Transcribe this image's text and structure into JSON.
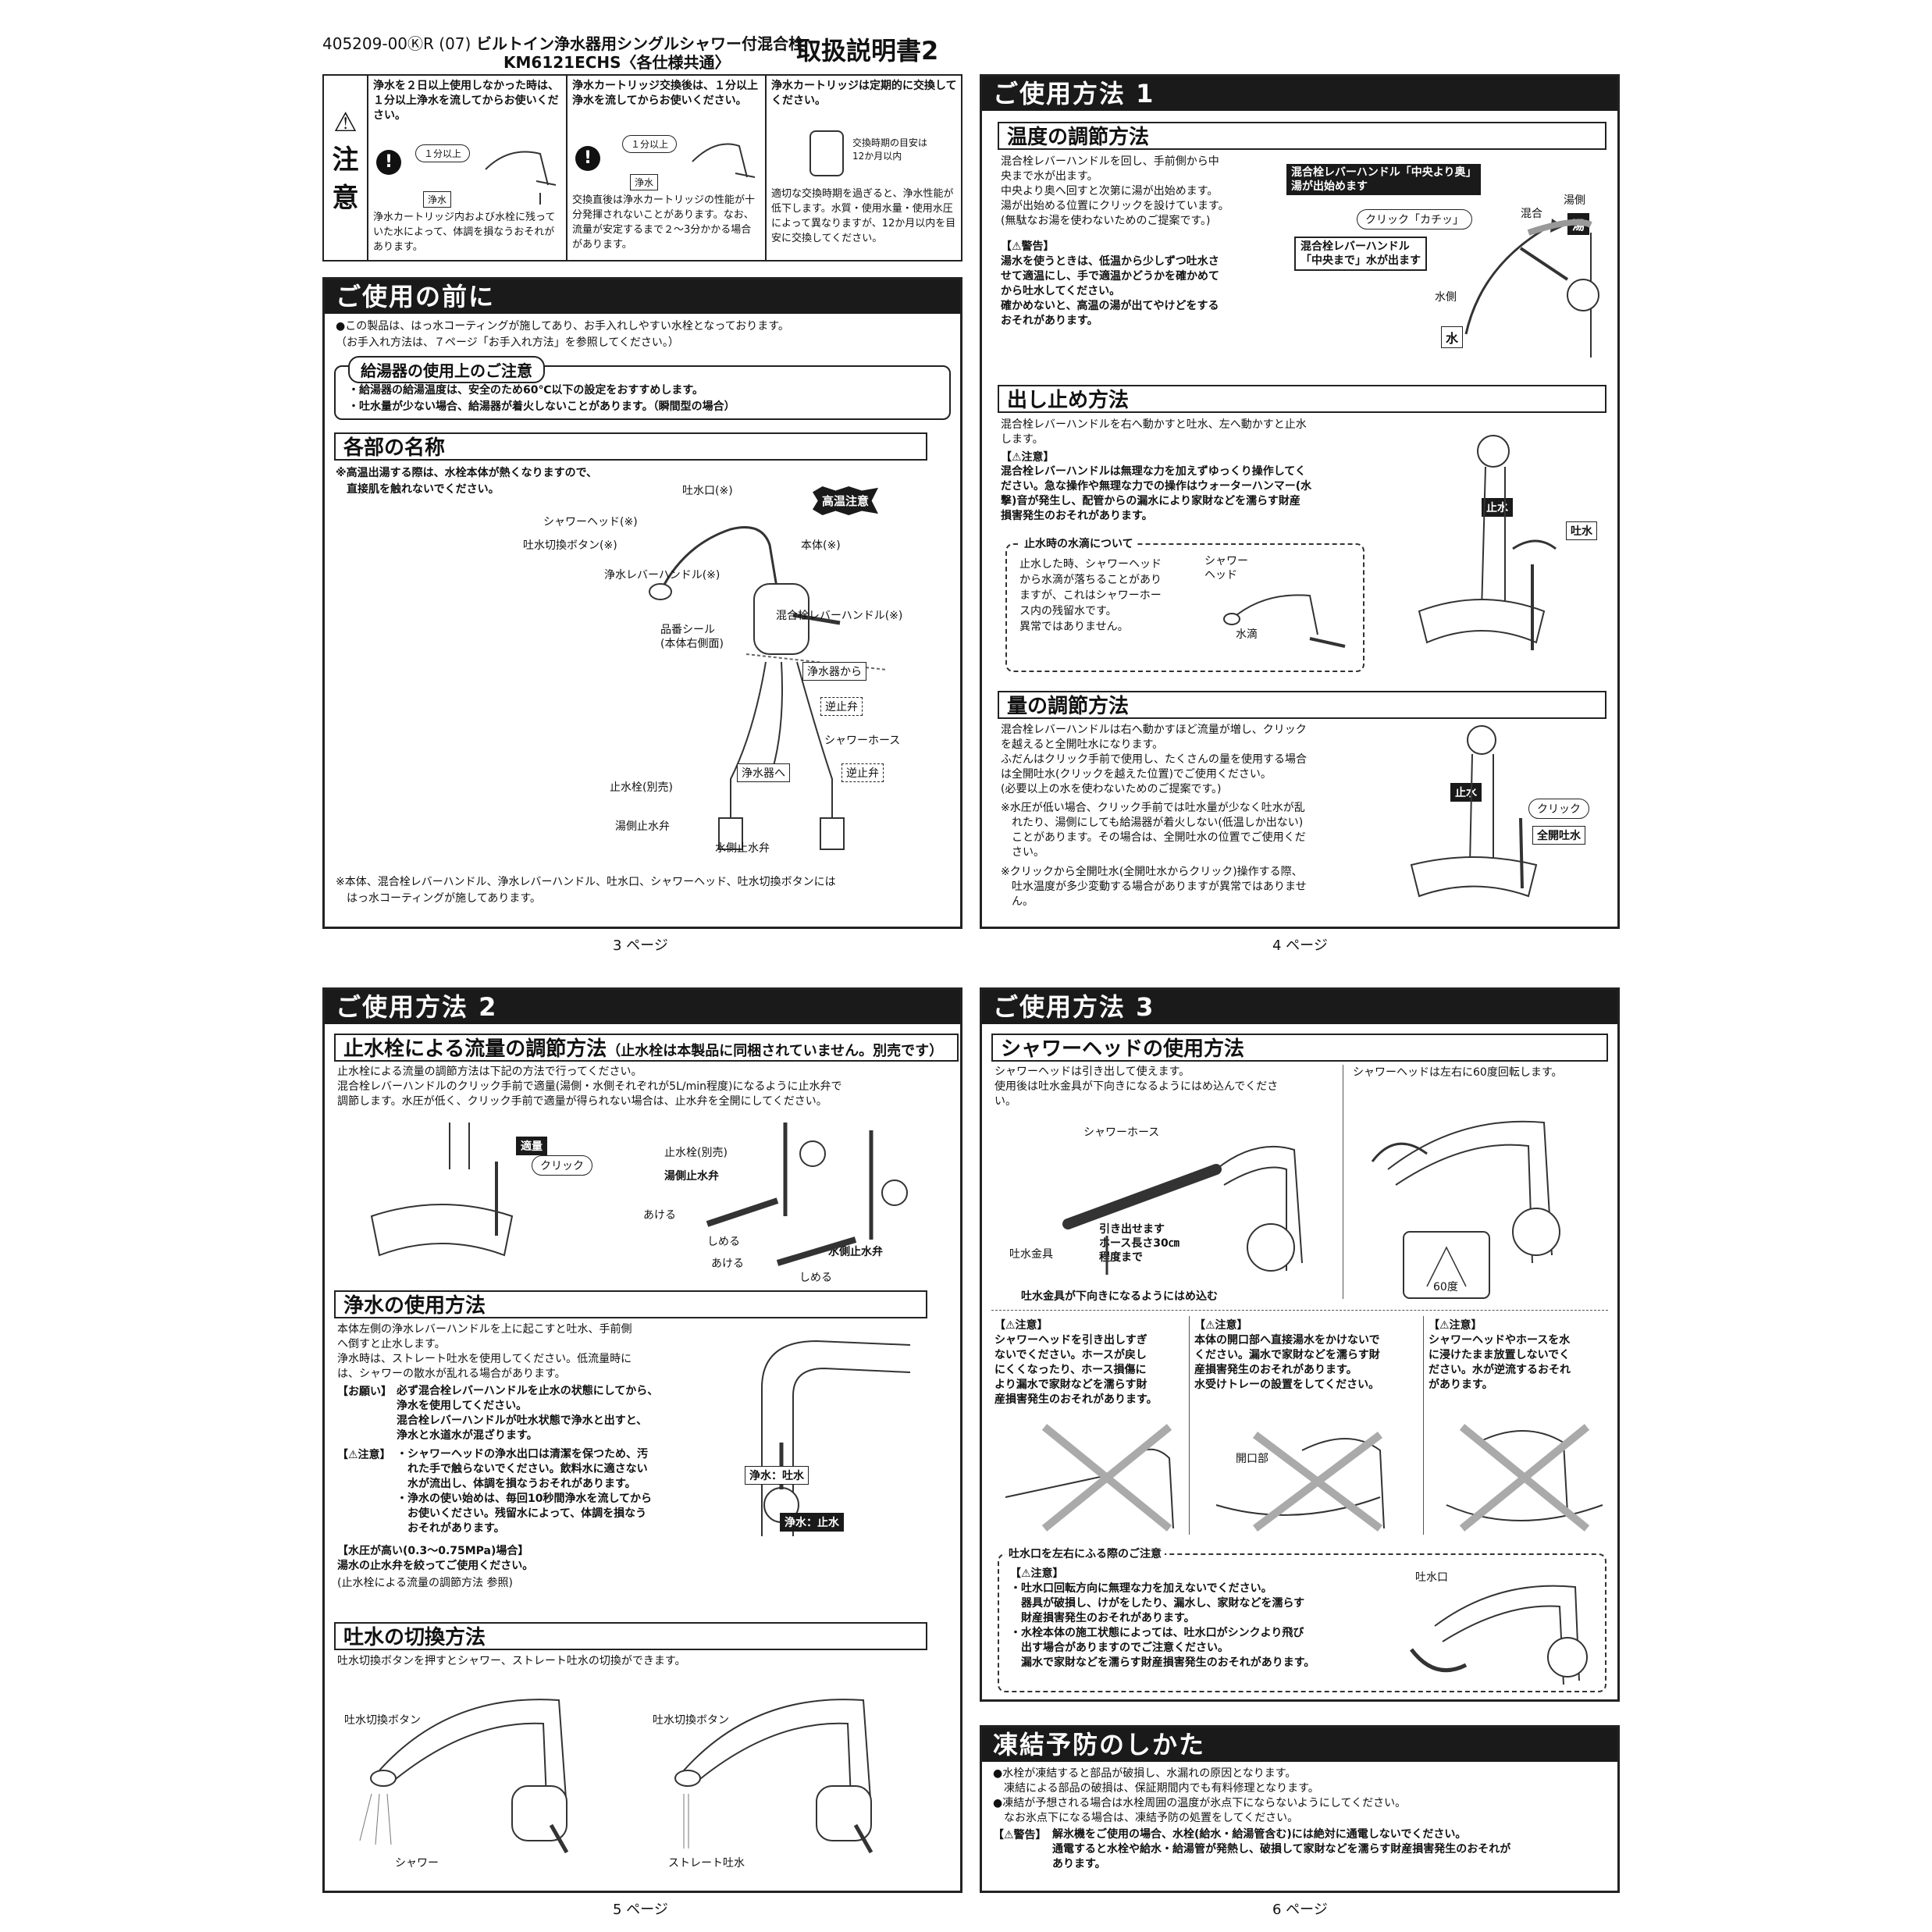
{
  "header": {
    "code": "405209-00ⓀR (07)",
    "product": "ビルトイン浄水器用シングルシャワー付混合栓",
    "model": "KM6121ECHS〈各仕様共通〉",
    "doc_title": "取扱説明書2"
  },
  "caution_top": {
    "label_mark": "⚠",
    "label_1": "注",
    "label_2": "意",
    "cells": [
      {
        "head": "浄水を２日以上使用しなかった時は、１分以上浄水を流してからお使いください。",
        "pill": "１分以上",
        "tag": "浄水",
        "body": "浄水カートリッジ内および水栓に残っていた水によって、体調を損なうおそれがあります。"
      },
      {
        "head": "浄水カートリッジ交換後は、１分以上浄水を流してからお使いください。",
        "pill": "１分以上",
        "tag": "浄水",
        "body": "交換直後は浄水カートリッジの性能が十分発揮されないことがあります。なお、流量が安定するまで２～3分かかる場合があります。"
      },
      {
        "head": "浄水カートリッジは定期的に交換してください。",
        "note": "交換時期の目安は\n12か月以内",
        "body": "適切な交換時期を過ぎると、浄水性能が低下します。水質・使用水量・使用水圧によって異なりますが、12か月以内を目安に交換してください。"
      }
    ]
  },
  "p3": {
    "head": "ご使用の前に",
    "intro": "●この製品は、はっ水コーティングが施してあり、お手入れしやすい水栓となっております。\n（お手入れ方法は、７ページ「お手入れ方法」を参照してください。）",
    "boiler_title": "給湯器の使用上のご注意",
    "boiler_text": "・給湯器の給湯温度は、安全のため60℃以下の設定をおすすめします。\n・吐水量が少ない場合、給湯器が着火しないことがあります。（瞬間型の場合）",
    "parts_title": "各部の名称",
    "parts_note": "※高温出湯する際は、水栓本体が熱くなりますので、\n　直接肌を触れないでください。",
    "labels": {
      "spout": "吐水口(※)",
      "shower_head": "シャワーヘッド(※)",
      "switch_btn": "吐水切換ボタン(※)",
      "purify_lever": "浄水レバーハンドル(※)",
      "hot_warning": "高温注意",
      "body": "本体(※)",
      "mix_lever": "混合栓レバーハンドル(※)",
      "seal": "品番シール\n(本体右側面)",
      "from_purifier": "浄水器から",
      "check_valve1": "逆止弁",
      "shower_hose": "シャワーホース",
      "to_purifier": "浄水器へ",
      "check_valve2": "逆止弁",
      "stop_valve": "止水栓(別売)",
      "hot_valve": "湯側止水弁",
      "cold_valve": "水側止水弁"
    },
    "footnote": "※本体、混合栓レバーハンドル、浄水レバーハンドル、吐水口、シャワーヘッド、吐水切換ボタンには\n　はっ水コーティングが施してあります。",
    "page": "3 ページ"
  },
  "p4": {
    "head": "ご使用方法 1",
    "temp_title": "温度の調節方法",
    "temp_text": "混合栓レバーハンドルを回し、手前側から中\n央まで水が出ます。\n中央より奥へ回すと次第に湯が出始めます。\n湯が出始める位置にクリックを設けています。\n(無駄なお湯を使わないためのご提案です。)",
    "warn_label": "【⚠警告】",
    "temp_warn": "湯水を使うときは、低温から少しずつ吐水さ\nせて適温にし、手で適温かどうかを確かめて\nから吐水してください。\n確かめないと、高温の湯が出てやけどをする\nおそれがあります。",
    "temp_lbl_back": "混合栓レバーハンドル「中央より奥」\n湯が出始めます",
    "temp_lbl_click": "クリック「カチッ」",
    "temp_lbl_center": "混合栓レバーハンドル\n「中央まで」水が出ます",
    "temp_mix": "混合",
    "temp_hotside": "湯側",
    "temp_hot": "湯",
    "temp_coldside": "水側",
    "temp_cold": "水",
    "stop_title": "出し止め方法",
    "stop_text": "混合栓レバーハンドルを右へ動かすと吐水、左へ動かすと止水\nします。",
    "caution_label": "【⚠注意】",
    "stop_caution": "混合栓レバーハンドルは無理な力を加えずゆっくり操作してく\nださい。急な操作や無理な力での操作はウォーターハンマー(水\n撃)音が発生し、配管からの漏水により家財などを濡らす財産\n損害発生のおそれがあります。",
    "drip_title": "止水時の水滴について",
    "drip_text": "止水した時、シャワーヘッド\nから水滴が落ちることがあり\nますが、これはシャワーホー\nス内の残留水です。\n異常ではありません。",
    "drip_lbl_head": "シャワー\nヘッド",
    "drip_lbl_drop": "水滴",
    "stop_lbl_stop": "止水",
    "stop_lbl_out": "吐水",
    "vol_title": "量の調節方法",
    "vol_text": "混合栓レバーハンドルは右へ動かすほど流量が増し、クリック\nを越えると全開吐水になります。\nふだんはクリック手前で使用し、たくさんの量を使用する場合\nは全開吐水(クリックを越えた位置)でご使用ください。\n(必要以上の水を使わないためのご提案です。)",
    "vol_note1": "※水圧が低い場合、クリック手前では吐水量が少なく吐水が乱\n　れたり、湯側にしても給湯器が着火しない(低温しか出ない)\n　ことがあります。その場合は、全開吐水の位置でご使用くだ\n　さい。",
    "vol_note2": "※クリックから全開吐水(全開吐水からクリック)操作する際、\n　吐水温度が多少変動する場合がありますが異常ではありませ\n　ん。",
    "vol_lbl_stop": "止水",
    "vol_lbl_click": "クリック",
    "vol_lbl_full": "全開吐水",
    "page": "4 ページ"
  },
  "p5": {
    "head": "ご使用方法 2",
    "valve_title": "止水栓による流量の調節方法",
    "valve_title_note": "（止水栓は本製品に同梱されていません。別売です）",
    "valve_text": "止水栓による流量の調節方法は下記の方法で行ってください。\n混合栓レバーハンドルのクリック手前で適量(湯側・水側それぞれが5L/min程度)になるように止水弁で\n調節します。水圧が低く、クリック手前で適量が得られない場合は、止水弁を全開にしてください。",
    "valve_lbl_proper": "適量",
    "valve_lbl_click": "クリック",
    "valve_lbl_stopvalve": "止水栓(別売)",
    "valve_lbl_hot": "湯側止水弁",
    "valve_lbl_open1": "あける",
    "valve_lbl_close1": "しめる",
    "valve_lbl_open2": "あける",
    "valve_lbl_close2": "しめる",
    "valve_lbl_cold": "水側止水弁",
    "pure_title": "浄水の使用方法",
    "pure_text": "本体左側の浄水レバーハンドルを上に起こすと吐水、手前側\nへ倒すと止水します。\n浄水時は、ストレート吐水を使用してください。低流量時に\nは、シャワーの散水が乱れる場合があります。",
    "pure_request_label": "【お願い】",
    "pure_request": "必ず混合栓レバーハンドルを止水の状態にしてから、\n浄水を使用してください。\n混合栓レバーハンドルが吐水状態で浄水と出すと、\n浄水と水道水が混ざります。",
    "pure_caution_label": "【⚠注意】",
    "pure_caution": "・シャワーヘッドの浄水出口は清潔を保つため、汚\n　れた手で触らないでください。飲料水に適さない\n　水が流出し、体調を損なうおそれがあります。\n・浄水の使い始めは、毎回10秒間浄水を流してから\n　お使いください。残留水によって、体調を損なう\n　おそれがあります。",
    "pure_pressure": "【水圧が高い(0.3～0.75MPa)場合】\n湯水の止水弁を絞ってご使用ください。",
    "pure_ref": "(止水栓による流量の調節方法 参照)",
    "pure_lbl_out": "浄水：吐水",
    "pure_lbl_stop": "浄水：止水",
    "switch_title": "吐水の切換方法",
    "switch_text": "吐水切換ボタンを押すとシャワー、ストレート吐水の切換ができます。",
    "switch_lbl_btn1": "吐水切換ボタン",
    "switch_lbl_btn2": "吐水切換ボタン",
    "switch_lbl_shower": "シャワー",
    "switch_lbl_straight": "ストレート吐水",
    "page": "5 ページ"
  },
  "p6": {
    "head": "ご使用方法 3",
    "sh_title": "シャワーヘッドの使用方法",
    "sh_text": "シャワーヘッドは引き出して使えます。\n使用後は吐水金具が下向きになるようにはめ込んでくださ\nい。",
    "sh_text_right": "シャワーヘッドは左右に60度回転します。",
    "sh_lbl_hose": "シャワーホース",
    "sh_lbl_fitting": "吐水金具",
    "sh_lbl_pull": "引き出せます\nホース長さ30㎝\n程度まで",
    "sh_lbl_down": "吐水金具が下向きになるようにはめ込む",
    "sh_lbl_60": "60度",
    "c1_label": "【⚠注意】",
    "c1": "シャワーヘッドを引き出しすぎ\nないでください。ホースが戻し\nにくくなったり、ホース損傷に\nより漏水で家財などを濡らす財\n産損害発生のおそれがあります。",
    "c2_label": "【⚠注意】",
    "c2": "本体の開口部へ直接湯水をかけないで\nください。漏水で家財などを濡らす財\n産損害発生のおそれがあります。\n水受けトレーの設置をしてください。",
    "c2_lbl": "開口部",
    "c3_label": "【⚠注意】",
    "c3": "シャワーヘッドやホースを水\nに浸けたまま放置しないでく\nださい。水が逆流するおそれ\nがあります。",
    "swing_title": "吐水口を左右にふる際のご注意",
    "swing_label": "【⚠注意】",
    "swing_text": "・吐水口回転方向に無理な力を加えないでください。\n　器具が破損し、けがをしたり、漏水し、家財などを濡らす\n　財産損害発生のおそれがあります。\n・水栓本体の施工状態によっては、吐水口がシンクより飛び\n　出す場合がありますのでご注意ください。\n　漏水で家財などを濡らす財産損害発生のおそれがあります。",
    "swing_lbl_spout": "吐水口",
    "freeze_head": "凍結予防のしかた",
    "freeze_text": "●水栓が凍結すると部品が破損し、水漏れの原因となります。\n　凍結による部品の破損は、保証期間内でも有料修理となります。\n●凍結が予想される場合は水栓周囲の温度が氷点下にならないようにしてください。\n　なお氷点下になる場合は、凍結予防の処置をしてください。",
    "freeze_warn_label": "【⚠警告】",
    "freeze_warn": "解氷機をご使用の場合、水栓(給水・給湯管含む)には絶対に通電しないでください。\n通電すると水栓や給水・給湯管が発熱し、破損して家財などを濡らす財産損害発生のおそれが\nあります。",
    "page": "6 ページ"
  }
}
